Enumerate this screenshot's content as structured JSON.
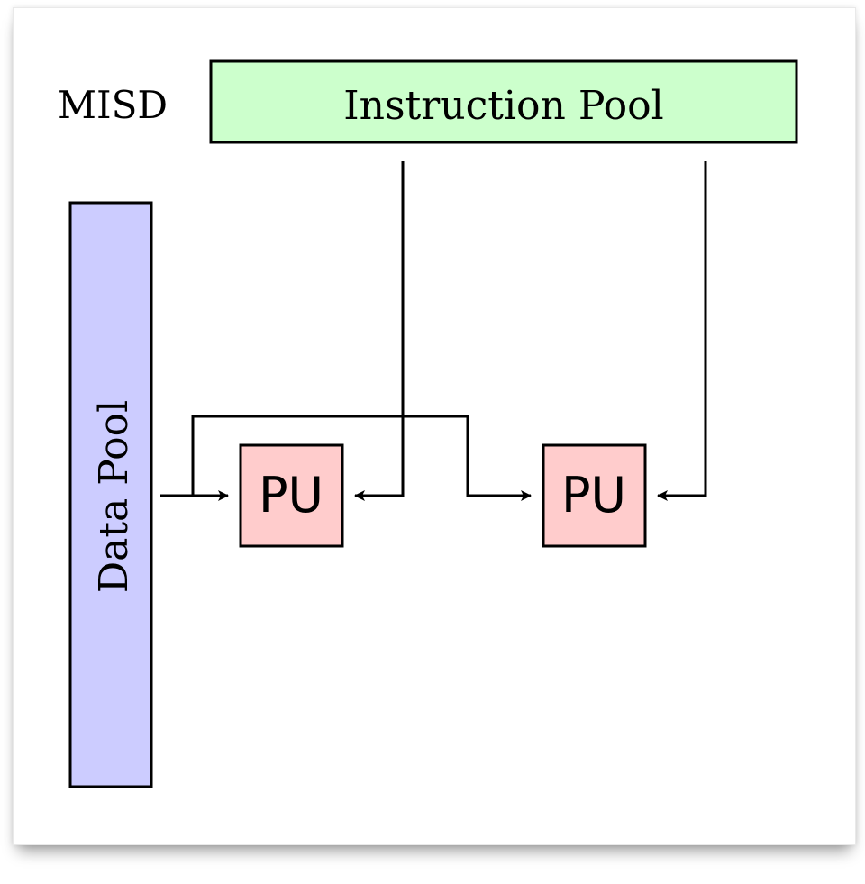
{
  "diagram": {
    "label": "MISD",
    "instruction_pool": {
      "label": "Instruction Pool",
      "fill": "#ccffcc"
    },
    "data_pool": {
      "label": "Data Pool",
      "fill": "#ccccff"
    },
    "processing_units": [
      {
        "label": "PU",
        "fill": "#ffcccc"
      },
      {
        "label": "PU",
        "fill": "#ffcccc"
      }
    ],
    "stroke": "#000000"
  }
}
